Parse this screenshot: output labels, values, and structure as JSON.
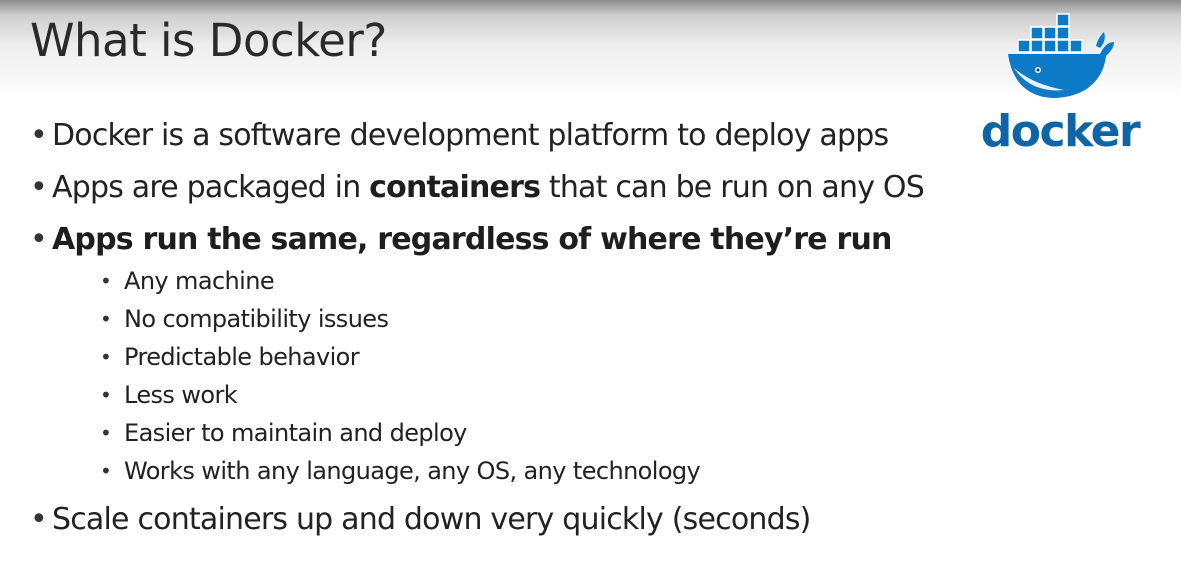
{
  "slide": {
    "title": "What is Docker?",
    "logo": {
      "wordmark": "docker",
      "icon": "docker-whale-icon",
      "color": "#0d65a8"
    }
  },
  "bullets": {
    "b1": "Docker is a software development platform to deploy apps",
    "b2": {
      "pre": "Apps are packaged in ",
      "emphasis": "containers",
      "post": " that can be run on any OS"
    },
    "b3": {
      "text": "Apps run the same, regardless of where they’re run",
      "sub": [
        "Any machine",
        "No compatibility issues",
        "Predictable behavior",
        "Less work",
        "Easier to maintain and deploy",
        "Works with any language, any OS, any technology"
      ]
    },
    "b4": "Scale containers up and down very quickly (seconds)"
  }
}
